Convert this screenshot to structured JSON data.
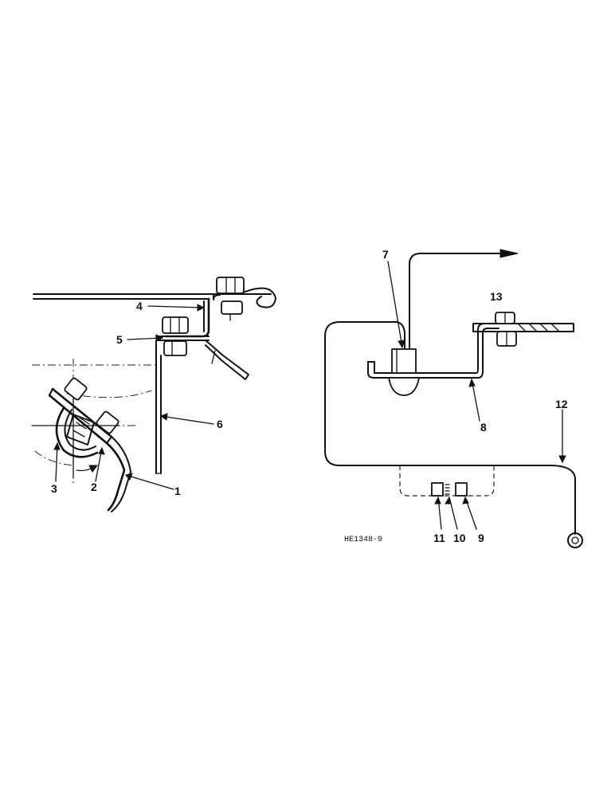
{
  "figure": {
    "code": "HE1348-9"
  },
  "callouts": {
    "c1": "1",
    "c2": "2",
    "c3": "3",
    "c4": "4",
    "c5": "5",
    "c6": "6",
    "c7": "7",
    "c8": "8",
    "c9": "9",
    "c10": "10",
    "c11": "11",
    "c12": "12",
    "c13": "13"
  }
}
